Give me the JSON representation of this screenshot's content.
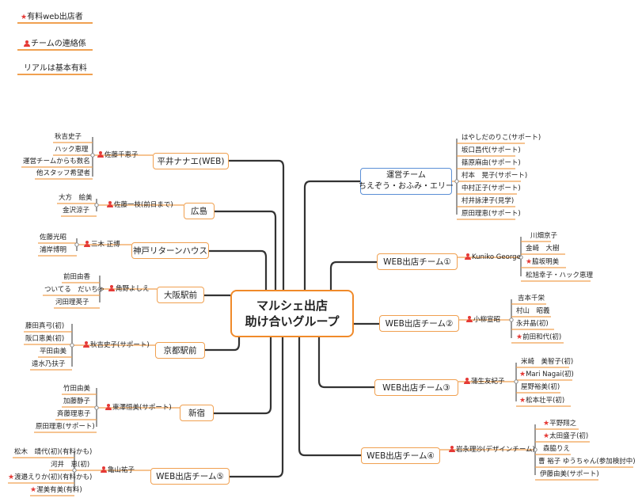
{
  "legend": {
    "item1": "有料web出店者",
    "item2": "チームの連絡係",
    "item3": "リアルは基本有料"
  },
  "central": {
    "line1": "マルシェ出店",
    "line2": "助け合いグループ"
  },
  "left": [
    {
      "title": "平井ナナエ(WEB)",
      "contact": "佐藤千恵子",
      "leaves": [
        {
          "text": "秋吉史子"
        },
        {
          "text": "ハック恵理"
        },
        {
          "text": "運営チームからも数名"
        },
        {
          "text": "他スタッフ希望者"
        }
      ]
    },
    {
      "title": "広島",
      "contact": "佐藤一枝(前日まで)",
      "leaves": [
        {
          "text": "大方　絵美"
        },
        {
          "text": "金沢涼子"
        }
      ]
    },
    {
      "title": "神戸リターンハウス",
      "contact": "三木 正博",
      "leaves": [
        {
          "text": "佐藤光昭"
        },
        {
          "text": "浦岸博明"
        }
      ]
    },
    {
      "title": "大阪駅前",
      "contact": "角野よしえ",
      "leaves": [
        {
          "text": "前田由香"
        },
        {
          "text": "ついてる　だいちゃ"
        },
        {
          "text": "河田理英子"
        }
      ]
    },
    {
      "title": "京都駅前",
      "contact": "秋吉史子(サポート)",
      "leaves": [
        {
          "text": "藤田真弓(初)"
        },
        {
          "text": "阪口恵美(初)"
        },
        {
          "text": "平田由美"
        },
        {
          "text": "遠水乃扶子"
        }
      ]
    },
    {
      "title": "新宿",
      "contact": "東澤恒美(サポート)",
      "leaves": [
        {
          "text": "竹田由美"
        },
        {
          "text": "加藤静子"
        },
        {
          "text": "斉藤理恵子"
        },
        {
          "text": "原田理恵(サポート)"
        }
      ]
    },
    {
      "title": "WEB出店チーム⑤",
      "contact": "亀山祐子",
      "leaves": [
        {
          "text": "松木　靖代(初)(有料かも)"
        },
        {
          "text": "河井　恵(初)"
        },
        {
          "text": "渡邉えりか(初)(有料かも)",
          "star": true
        },
        {
          "text": "渥美有美(有料)",
          "star": true
        }
      ]
    }
  ],
  "right": [
    {
      "title1": "運営チーム",
      "title2": "ちえぞう・おふみ・エリー",
      "leaves": [
        {
          "text": "はやしだのりこ(サポート)"
        },
        {
          "text": "坂口昌代(サポート)"
        },
        {
          "text": "篠原麻由(サポート)"
        },
        {
          "text": "村本　晃子(サポート)"
        },
        {
          "text": "中村正子(サポート)"
        },
        {
          "text": "村井詠津子(見学)"
        },
        {
          "text": "原田理恵(サポート)"
        }
      ]
    },
    {
      "title": "WEB出店チーム①",
      "contact": "Kuniko George",
      "leaves": [
        {
          "text": "川畑京子"
        },
        {
          "text": "金崎　大樹"
        },
        {
          "text": "脇坂明美",
          "star": true
        },
        {
          "text": "松旭幸子・ハック恵理"
        }
      ]
    },
    {
      "title": "WEB出店チーム②",
      "contact": "小柳宣昭",
      "leaves": [
        {
          "text": "吉本千栄"
        },
        {
          "text": "村山　昭義"
        },
        {
          "text": "永井晶(初)"
        },
        {
          "text": "前田和代(初)",
          "star": true
        }
      ]
    },
    {
      "title": "WEB出店チーム③",
      "contact": "蒲生友紀子",
      "leaves": [
        {
          "text": "米崎　美智子(初)"
        },
        {
          "text": "Mari Nagai(初)",
          "star": true
        },
        {
          "text": "屋野裕美(初)"
        },
        {
          "text": "松本壮平(初)",
          "star": true
        }
      ]
    },
    {
      "title": "WEB出店チーム④",
      "contact": "岩永理沙(デザインチーム)",
      "leaves": [
        {
          "text": "平野翔之",
          "star": true
        },
        {
          "text": "太田盛子(初)",
          "star": true
        },
        {
          "text": "森脇りえ"
        },
        {
          "text": "曹 裕子 ゆうちゃん(参加検討中)"
        },
        {
          "text": "伊藤由美(サポート)"
        }
      ]
    }
  ]
}
